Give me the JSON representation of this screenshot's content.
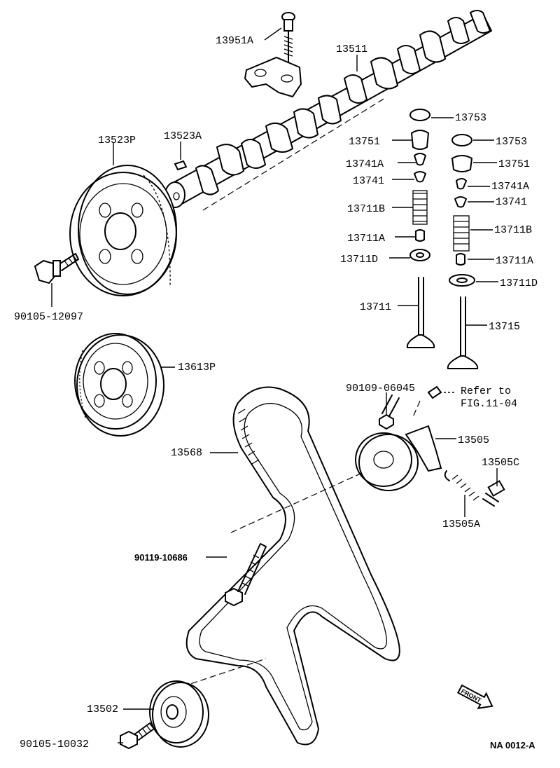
{
  "labels": {
    "bolt_13951A": "13951A",
    "camshaft": "13511",
    "cam_pulley": "13523P",
    "key_13523A": "13523A",
    "bolt_90105_12097": "90105-12097",
    "crank_pulley": "13613P",
    "timing_belt": "13568",
    "bolt_90119_10686": "90119-10686",
    "idler_13502": "13502",
    "bolt_90105_10032": "90105-10032",
    "retainer_seat_L1": "13753",
    "retainer_seat_R1": "13753",
    "retainer_L": "13751",
    "retainer_R": "13751",
    "lock_L": "13741A",
    "lock_R": "13741A",
    "keeper_L": "13741",
    "keeper_R": "13741",
    "spring_L": "13711B",
    "spring_R": "13711B",
    "seal_L": "13711A",
    "seal_R": "13711A",
    "washer_L": "13711D",
    "washer_R": "13711D",
    "valve_intake": "13711",
    "valve_exhaust": "13715",
    "bolt_90109_06045": "90109-06045",
    "refer_line1": "Refer to",
    "refer_line2": "FIG.11-04",
    "tensioner": "13505",
    "tensioner_bolt": "13505C",
    "tensioner_spring": "13505A"
  },
  "front_text": "FRONT",
  "diagram_code": "NA 0012-A"
}
